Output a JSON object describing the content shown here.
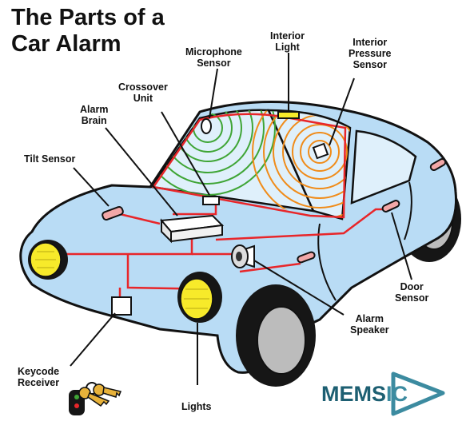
{
  "title": {
    "line1": "The Parts of a",
    "line2": "Car Alarm"
  },
  "labels": {
    "microphone_sensor": [
      "Microphone",
      "Sensor"
    ],
    "interior_light": [
      "Interior",
      "Light"
    ],
    "interior_pressure_sensor": [
      "Interior",
      "Pressure",
      "Sensor"
    ],
    "crossover_unit": [
      "Crossover",
      "Unit"
    ],
    "alarm_brain": [
      "Alarm",
      "Brain"
    ],
    "tilt_sensor": "Tilt Sensor",
    "door_sensor": [
      "Door",
      "Sensor"
    ],
    "alarm_speaker": [
      "Alarm",
      "Speaker"
    ],
    "keycode_receiver": [
      "Keycode",
      "Receiver"
    ],
    "lights": "Lights"
  },
  "logo": {
    "main": "MEMS",
    "accent": "IC"
  },
  "colors": {
    "car_body": "#b9dcf5",
    "car_outline": "#111111",
    "wiring": "#e8262a",
    "headlight": "#f7ea2a",
    "mic_waves": "#3fa535",
    "pressure_waves": "#f08c1a",
    "tire": "#161616",
    "hubcap": "#bcbcbc",
    "key": "#e8b23a",
    "logo": "#1d5f72"
  }
}
